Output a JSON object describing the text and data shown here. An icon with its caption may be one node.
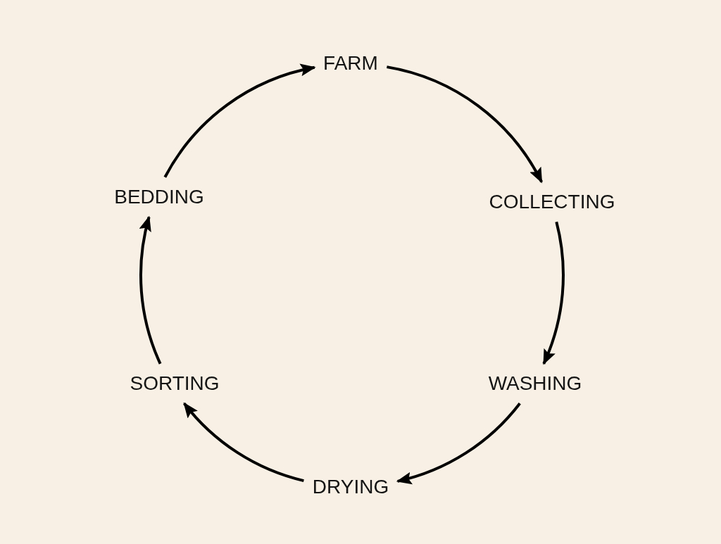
{
  "diagram": {
    "nodes": [
      {
        "text": [
          "FARM"
        ]
      },
      {
        "text": [
          "COLLECTING"
        ]
      },
      {
        "text": [
          "WASHING"
        ]
      },
      {
        "text": [
          "DRYING"
        ]
      },
      {
        "text": [
          "SORTING"
        ]
      },
      {
        "text": [
          "BEDDING"
        ]
      }
    ],
    "edges": [
      {
        "from": 0,
        "to": 1,
        "arrow": "to"
      },
      {
        "from": 1,
        "to": 2,
        "arrow": "to"
      },
      {
        "from": 2,
        "to": 3,
        "arrow": "to"
      },
      {
        "from": 3,
        "to": 4,
        "arrow": "to"
      },
      {
        "from": 4,
        "to": 5,
        "arrow": "to"
      },
      {
        "from": 5,
        "to": 0,
        "arrow": "to"
      }
    ]
  }
}
